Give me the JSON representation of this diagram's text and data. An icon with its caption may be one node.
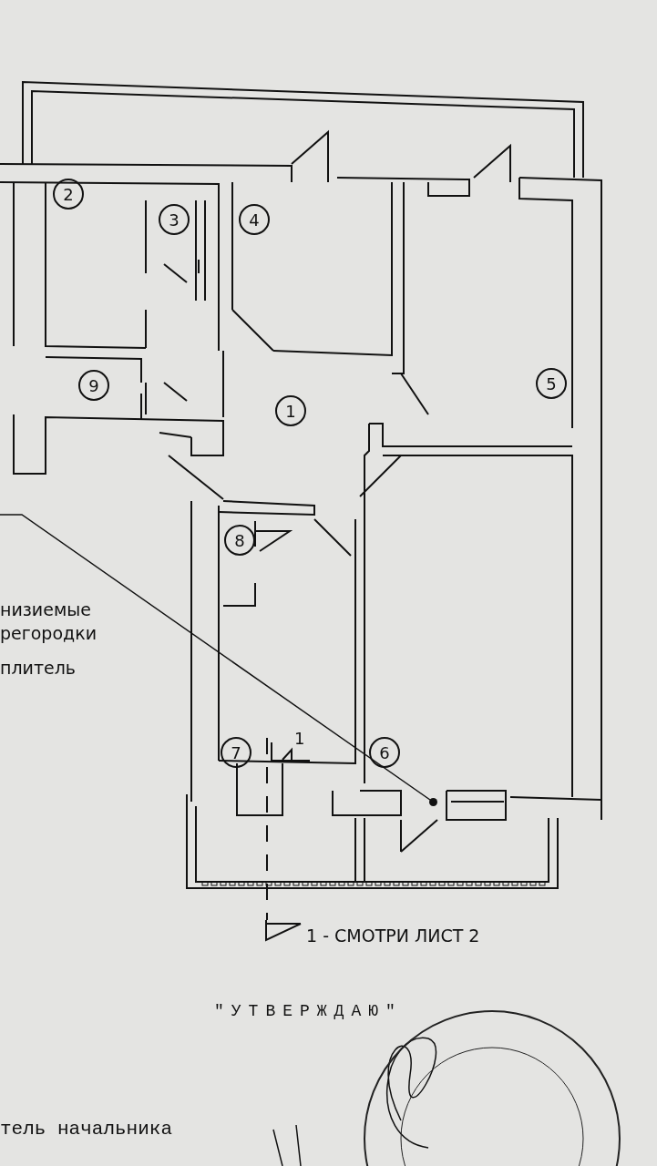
{
  "diagram": {
    "nodes": [
      {
        "text": [
          "2"
        ]
      },
      {
        "text": [
          "3"
        ]
      },
      {
        "text": [
          "4"
        ]
      },
      {
        "text": [
          "9"
        ]
      },
      {
        "text": [
          "5"
        ]
      },
      {
        "text": [
          "1"
        ]
      },
      {
        "text": [
          "8"
        ]
      },
      {
        "text": [
          "7"
        ]
      },
      {
        "text": [
          "6"
        ]
      },
      {
        "text": [],
        "shape": "circle"
      }
    ],
    "edges": [
      {
        "from": null,
        "to": 9,
        "arrow": "none"
      }
    ],
    "labels": [
      "низиемые регородки",
      "плитель",
      "1",
      "1 - СМОТРИ ЛИСТ 2",
      "\"УТВЕРЖДАЮ\"",
      "тель начальника"
    ]
  }
}
